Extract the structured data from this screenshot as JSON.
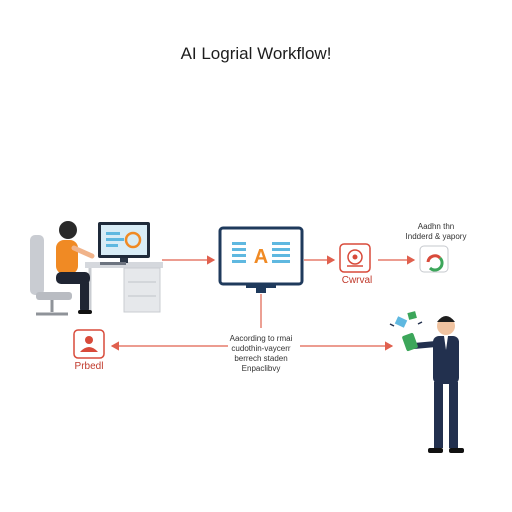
{
  "title": "AI Logrial Workflow!",
  "nodes": {
    "central_label": "Cwrval",
    "top_right_line1": "Aadhn thn",
    "top_right_line2": "Indderd & yapory",
    "left_bottom_label": "Prbedl",
    "center_text_line1": "Aacording to rmai",
    "center_text_line2": "cudothin-vaycerr",
    "center_text_line3": "berrech staden",
    "center_text_line4": "Enpaclibvy",
    "monitor_letter": "A"
  },
  "colors": {
    "arrow": "#e0604e",
    "monitor_frame": "#1f3a5c",
    "accent_orange": "#f08a24",
    "screen_blue": "#5fb8e0",
    "red_icon": "#d84a3a",
    "green": "#3ca65a",
    "suit": "#22304e"
  }
}
